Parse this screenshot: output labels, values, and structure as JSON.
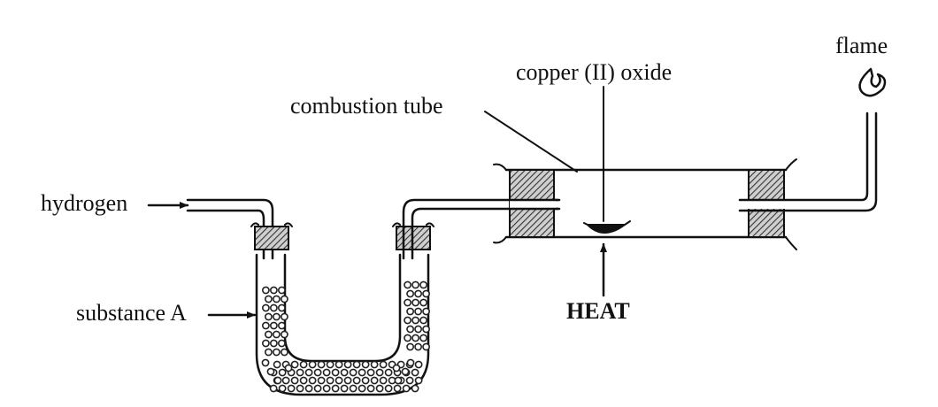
{
  "labels": {
    "hydrogen": "hydrogen",
    "substance_a": "substance A",
    "combustion_tube": "combustion tube",
    "copper_oxide": "copper (II) oxide",
    "flame": "flame",
    "heat": "HEAT"
  },
  "colors": {
    "ink": "#111111",
    "stopper_fill": "#555555",
    "background": "#ffffff"
  },
  "icons": {
    "flame": "flame-icon",
    "arrow": "arrow-icon"
  }
}
